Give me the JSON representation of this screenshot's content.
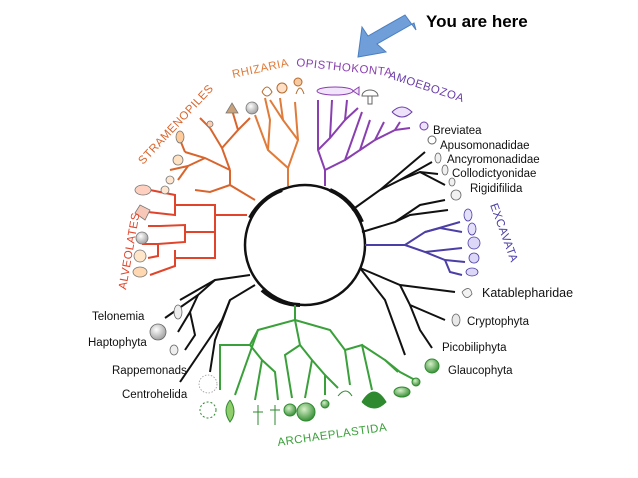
{
  "callout": {
    "text": "You are here",
    "arrow_color": "#6f9ed8"
  },
  "groups": {
    "rhizaria": "RHIZARIA",
    "opisthokonta": "OPISTHOKONTA",
    "amoebozoa": "AMOEBOZOA",
    "stramenopiles": "STRAMENOPILES",
    "alveolates": "ALVEOLATES",
    "excavata": "EXCAVATA",
    "archaeplastida": "ARCHAEPLASTIDA"
  },
  "taxa": {
    "breviatea": "Breviatea",
    "apusomonadidae": "Apusomonadidae",
    "ancyromonadidae": "Ancyromonadidae",
    "collodictyonidae": "Collodictyonidae",
    "rigidifilida": "Rigidifilida",
    "katablepharidae": "Katablepharidae",
    "cryptophyta": "Cryptophyta",
    "picobiliphyta": "Picobiliphyta",
    "glaucophyta": "Glaucophyta",
    "telonemia": "Telonemia",
    "haptophyta": "Haptophyta",
    "rappemonads": "Rappemonads",
    "centrohelida": "Centrohelida"
  },
  "colors": {
    "alveolates": "#e0452c",
    "stramenopiles": "#d9652d",
    "rhizaria": "#e07b3a",
    "opisthokonta": "#8a3fb0",
    "amoebozoa": "#6a3fa8",
    "excavata": "#4b3fa6",
    "archaeplastida": "#3aa03a",
    "other": "#111111"
  }
}
